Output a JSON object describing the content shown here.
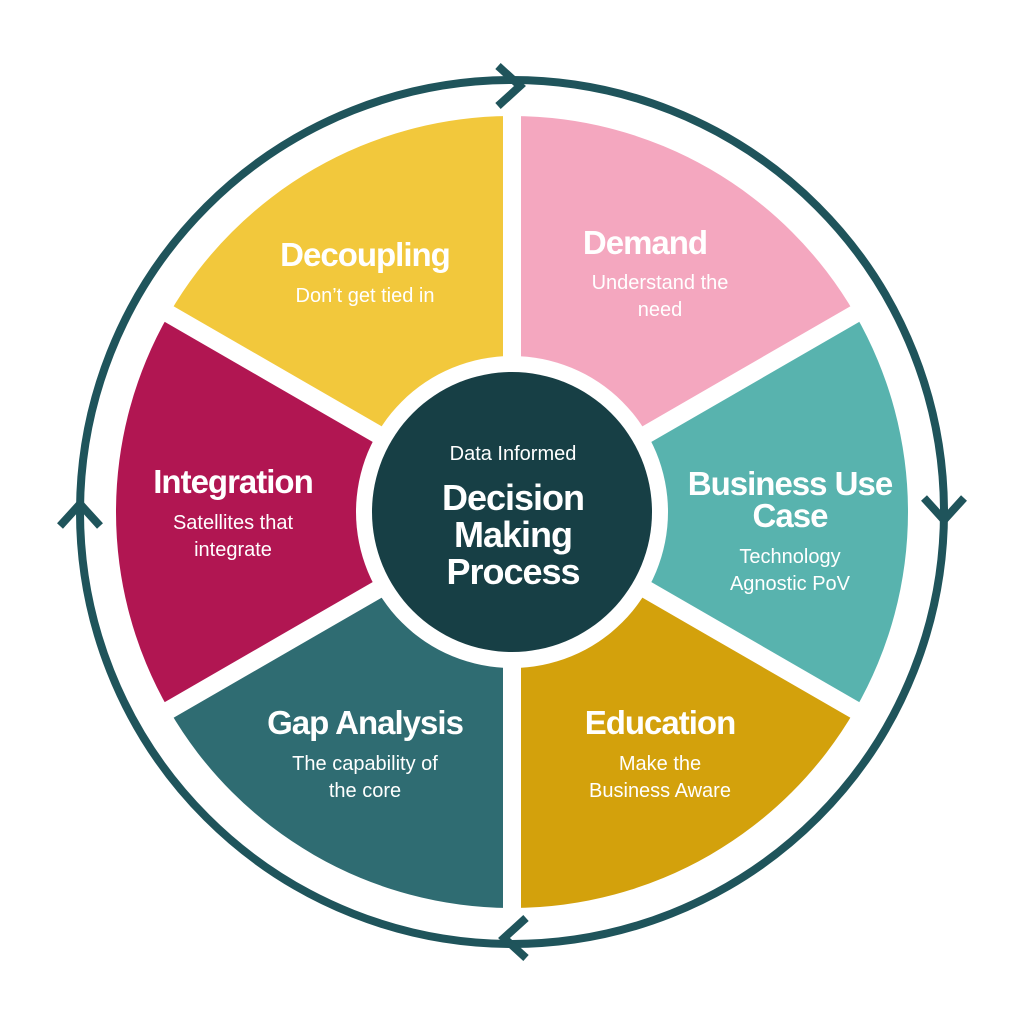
{
  "colors": {
    "ring": "#1f545b",
    "center": "#173f45",
    "demand": "#f4a7bf",
    "business_use_case": "#58b3ae",
    "education": "#d3a10c",
    "gap_analysis": "#2f6c72",
    "integration": "#b11652",
    "decoupling": "#f2c83c"
  },
  "center": {
    "line1": "Data Informed",
    "line2": "Decision",
    "line3": "Making",
    "line4": "Process"
  },
  "segments": [
    {
      "key": "demand",
      "title": [
        "Demand"
      ],
      "subtitle": [
        "Understand the",
        "need"
      ]
    },
    {
      "key": "business_use_case",
      "title": [
        "Business Use",
        "Case"
      ],
      "subtitle": [
        "Technology",
        "Agnostic PoV"
      ]
    },
    {
      "key": "education",
      "title": [
        "Education"
      ],
      "subtitle": [
        "Make the",
        "Business Aware"
      ]
    },
    {
      "key": "gap_analysis",
      "title": [
        "Gap Analysis"
      ],
      "subtitle": [
        "The capability of",
        "the core"
      ]
    },
    {
      "key": "integration",
      "title": [
        "Integration"
      ],
      "subtitle": [
        "Satellites that",
        "integrate"
      ]
    },
    {
      "key": "decoupling",
      "title": [
        "Decoupling"
      ],
      "subtitle": [
        "Don’t get tied in"
      ]
    }
  ],
  "arrows": [
    "chevron-right-icon",
    "chevron-down-icon",
    "chevron-left-icon",
    "chevron-up-icon"
  ]
}
